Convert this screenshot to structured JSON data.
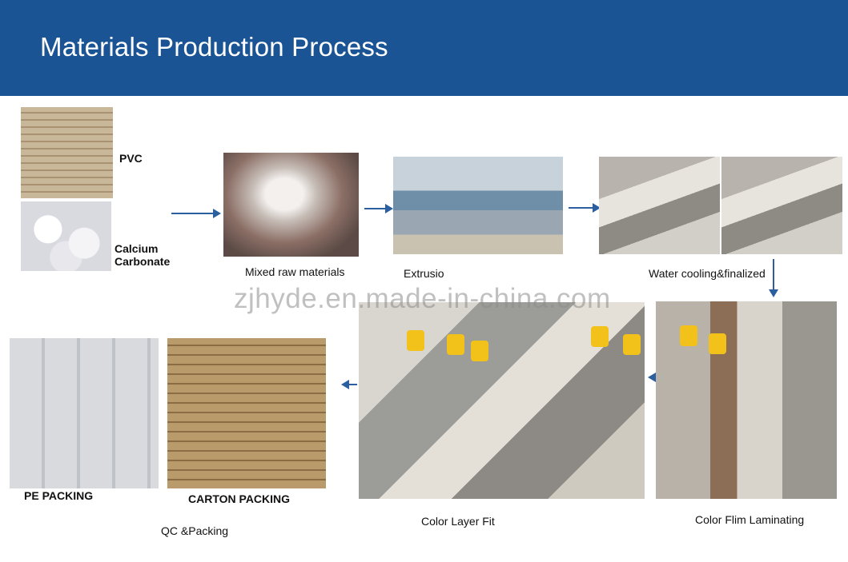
{
  "header": {
    "title": "Materials Production Process",
    "background_color": "#1a5494"
  },
  "steps": {
    "pvc": {
      "label": "PVC"
    },
    "calcium": {
      "label_line1": "Calcium",
      "label_line2": "Carbonate"
    },
    "mixed": {
      "label": "Mixed raw materials"
    },
    "extrusion": {
      "label": "Extrusio"
    },
    "water_cooling": {
      "label": "Water cooling&finalized"
    },
    "color_flim": {
      "label": "Color Flim Laminating"
    },
    "color_layer": {
      "label": "Color Layer Fit"
    },
    "carton": {
      "label": "CARTON PACKING"
    },
    "pe": {
      "label": "PE PACKING"
    },
    "qc": {
      "label": "QC &Packing"
    }
  },
  "watermark": "zjhyde.en.made-in-china.com",
  "arrow_color": "#2b5fa0",
  "icons": [
    "arrow-right-icon",
    "arrow-down-icon",
    "arrow-left-icon"
  ]
}
